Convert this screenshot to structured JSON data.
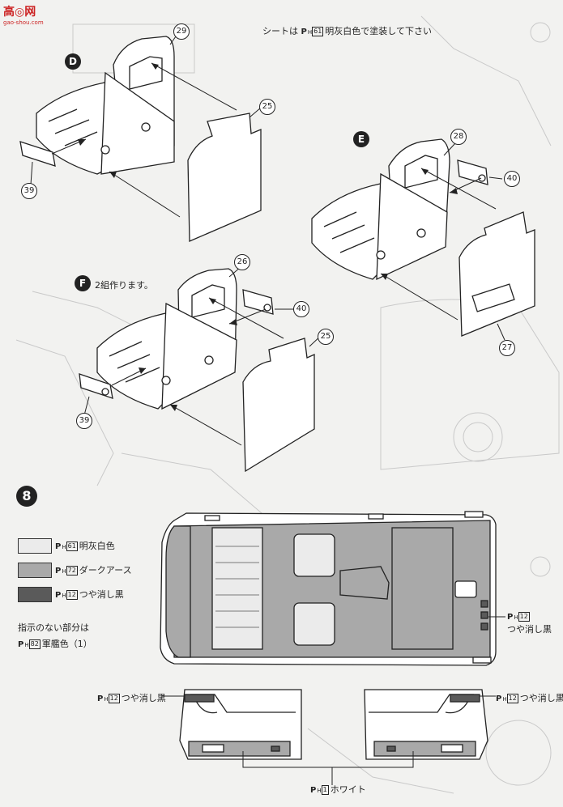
{
  "watermark": {
    "main": "高◎网",
    "sub": "gao-shou.com"
  },
  "header_note": "シートは",
  "header_note_code": "61",
  "header_note_rest": "明灰白色で塗装して下さい",
  "ph_label": "P",
  "ph_sub": "H",
  "steps": {
    "D": "D",
    "E": "E",
    "F": "F",
    "F_note": "2組作ります。",
    "eight": "8"
  },
  "parts": {
    "p29": "29",
    "p25a": "25",
    "p39a": "39",
    "p28": "28",
    "p40a": "40",
    "p27": "27",
    "p26": "26",
    "p40b": "40",
    "p25b": "25",
    "p39b": "39"
  },
  "legend": [
    {
      "code": "61",
      "label": "明灰白色",
      "color": "#ebebeb"
    },
    {
      "code": "72",
      "label": "ダークアース",
      "color": "#a9a9a9"
    },
    {
      "code": "12",
      "label": "つや消し黒",
      "color": "#5a5a5a"
    }
  ],
  "unmarked_note_1": "指示のない部分は",
  "unmarked_note_code": "82",
  "unmarked_note_2": "軍艦色（1）",
  "callouts": {
    "right_code": "12",
    "right_text": "つや消し黒",
    "dash_left_code": "12",
    "dash_left_text": "つや消し黒",
    "dash_right_code": "12",
    "dash_right_text": "つや消し黒",
    "bottom_code": "1",
    "bottom_text": "ホワイト"
  }
}
